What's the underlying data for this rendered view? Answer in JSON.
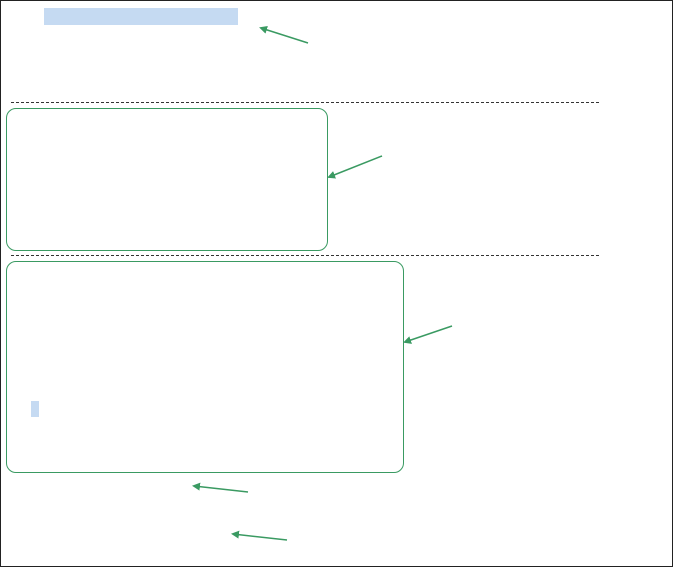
{
  "colors": {
    "accent": "#3a9a62",
    "highlight": "#c5daf2",
    "divider": "#333333",
    "frame": "#222222"
  },
  "arrows": [
    {
      "name": "arrow-to-top-highlight",
      "points_to": "top-highlight"
    },
    {
      "name": "arrow-to-panel-1",
      "points_to": "panel-1"
    },
    {
      "name": "arrow-to-panel-2",
      "points_to": "panel-2"
    },
    {
      "name": "arrow-below-panel-2",
      "points_to": "area-below-panel-2"
    },
    {
      "name": "arrow-bottom",
      "points_to": "bottom-area"
    }
  ]
}
